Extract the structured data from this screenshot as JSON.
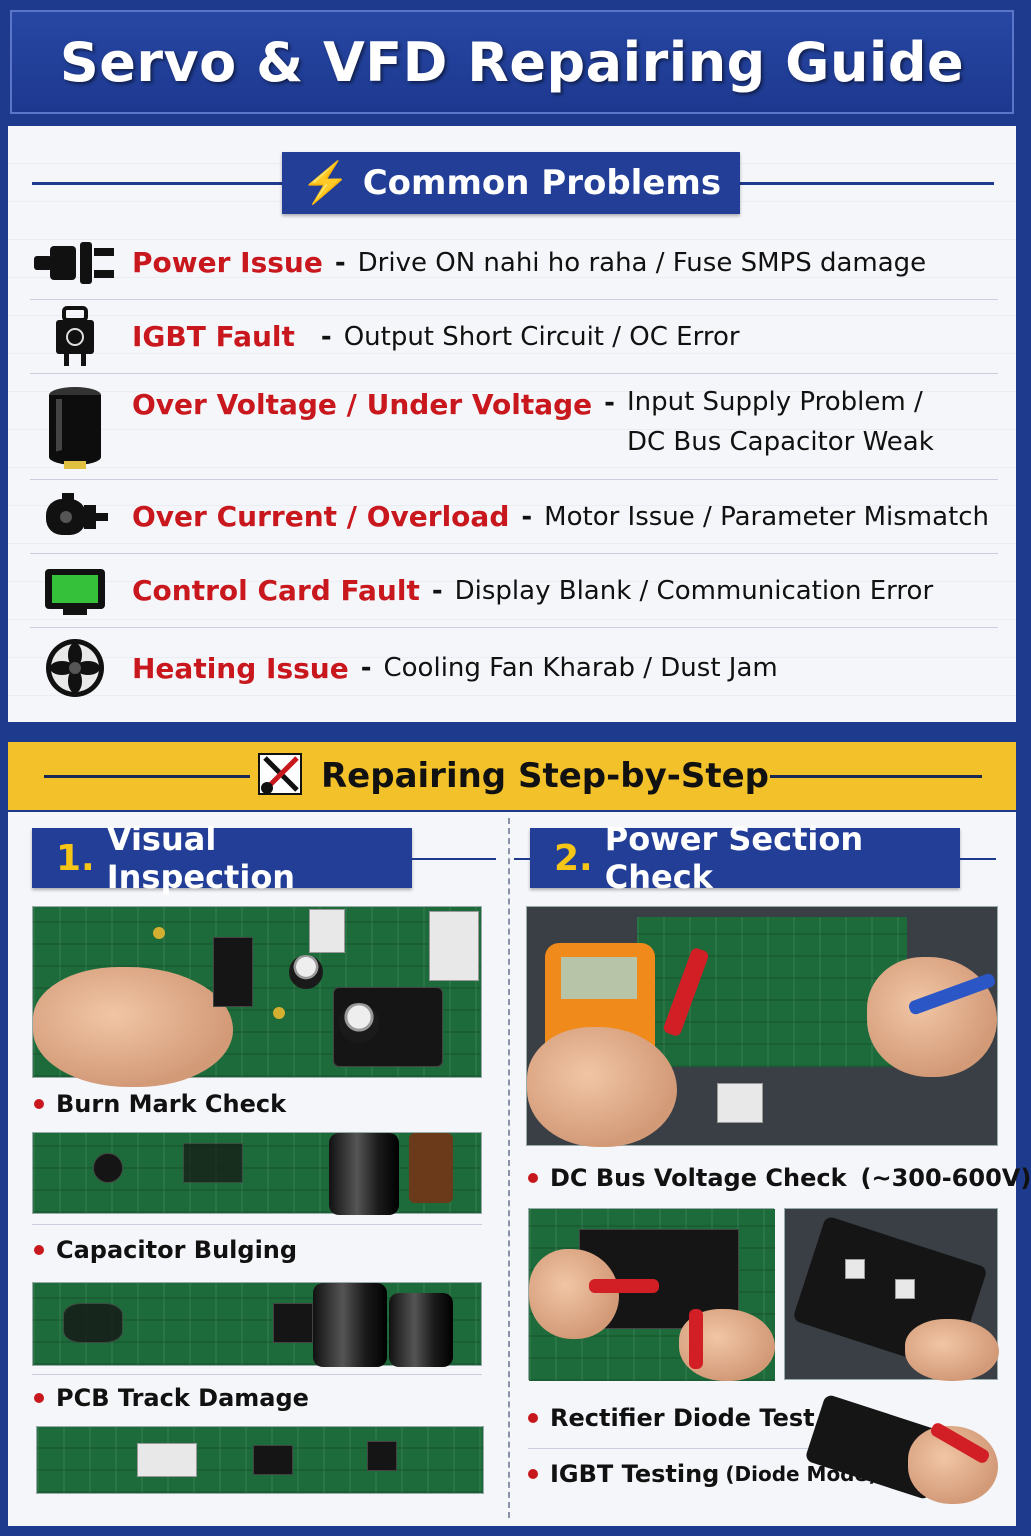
{
  "title": "Servo & VFD Repairing Guide",
  "common_problems": {
    "heading": "Common Problems",
    "heading_icon": "lightning-bolt-icon",
    "items": [
      {
        "name": "Power Issue",
        "separator": "-",
        "description": "Drive ON nahi ho raha / Fuse SMPS damage",
        "icon": "power-plug-icon"
      },
      {
        "name": "IGBT Fault",
        "separator": "-",
        "description": "Output Short Circuit / OC Error",
        "icon": "igbt-module-icon"
      },
      {
        "name": "Over Voltage / Under Voltage",
        "separator": "-",
        "description_line1": "Input Supply Problem /",
        "description_line2": "DC Bus Capacitor Weak",
        "icon": "capacitor-icon"
      },
      {
        "name": "Over Current / Overload",
        "separator": "-",
        "description": "Motor Issue / Parameter Mismatch",
        "icon": "motor-icon"
      },
      {
        "name": "Control Card Fault",
        "separator": "-",
        "description": "Display Blank / Communication Error",
        "icon": "display-icon"
      },
      {
        "name": "Heating Issue",
        "separator": "-",
        "description": "Cooling Fan Kharab / Dust Jam",
        "icon": "cooling-fan-icon"
      }
    ]
  },
  "repairing": {
    "heading": "Repairing Step-by-Step",
    "heading_icon": "tools-icon",
    "steps": [
      {
        "number": "1.",
        "title": "Visual Inspection",
        "checks": [
          "Burn Mark Check",
          "Capacitor Bulging",
          "PCB Track Damage"
        ]
      },
      {
        "number": "2.",
        "title": "Power Section Check",
        "checks": [
          {
            "label": "DC Bus Voltage Check",
            "note": "(~300-600V)"
          },
          {
            "label": "Rectifier Diode Test",
            "note": ""
          },
          {
            "label": "IGBT Testing",
            "note": "(Diode Mode)"
          }
        ]
      }
    ]
  },
  "colors": {
    "brand_blue": "#1e3a8c",
    "problem_red": "#c8171d",
    "accent_yellow": "#f3c22a",
    "step_number_yellow": "#f5c518"
  }
}
